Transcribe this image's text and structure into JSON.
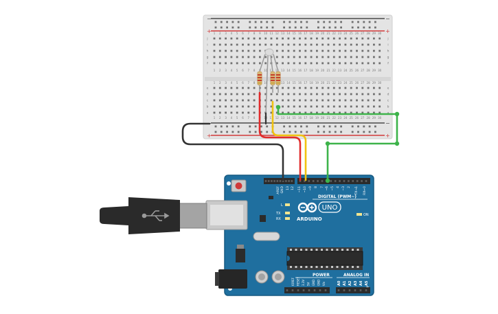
{
  "breadboard": {
    "rail_plus": "+",
    "rail_minus": "−",
    "row_letters_top": [
      "j",
      "i",
      "h",
      "g",
      "f"
    ],
    "row_letters_bottom": [
      "e",
      "d",
      "c",
      "b",
      "a"
    ],
    "column_numbers": [
      "1",
      "2",
      "3",
      "4",
      "5",
      "6",
      "7",
      "8",
      "9",
      "10",
      "11",
      "12",
      "13",
      "14",
      "15",
      "16",
      "17",
      "18",
      "19",
      "20",
      "21",
      "22",
      "23",
      "24",
      "25",
      "26",
      "27",
      "28",
      "29",
      "30"
    ]
  },
  "arduino": {
    "brand": "ARDUINO",
    "model": "UNO",
    "digital_label": "DIGITAL (PWM~)",
    "analog_label": "ANALOG IN",
    "power_label": "POWER",
    "on_label": "ON",
    "led_l_label": "L",
    "tx_label": "TX",
    "rx_label": "RX",
    "top_header_labels": [
      "AREF",
      "GND",
      "13",
      "12",
      "~11",
      "~10",
      "~9",
      "8",
      "7",
      "~6",
      "~5",
      "4",
      "~3",
      "2",
      "TX→1",
      "RX←0"
    ],
    "power_pins": [
      "IOREF",
      "RESET",
      "3.3V",
      "5V",
      "GND",
      "GND",
      "Vin"
    ],
    "analog_pins": [
      "A0",
      "A1",
      "A2",
      "A3",
      "A4",
      "A5"
    ]
  },
  "colors": {
    "board_blue": "#1f6f9f",
    "breadboard_bg": "#e4e4e4",
    "wire_red": "#e12b2b",
    "wire_yellow": "#f0c20f",
    "wire_green": "#3db34a",
    "wire_black": "#333333",
    "rail_red": "#d23a3a",
    "rail_black": "#4a4a4a"
  },
  "icons": [
    "usb-icon",
    "uno-infinity-logo-icon",
    "reset-button-icon"
  ]
}
